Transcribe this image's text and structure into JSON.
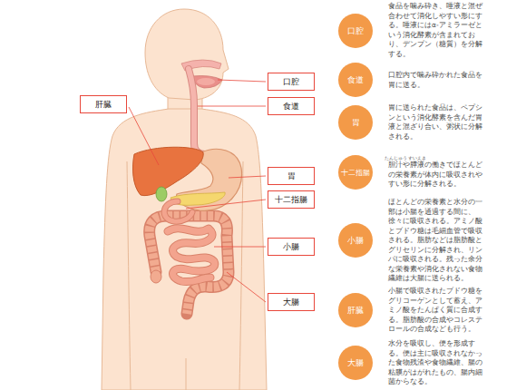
{
  "diagram": {
    "nodes": [
      {
        "text": [
          "口腔"
        ]
      },
      {
        "text": [
          "食道"
        ]
      },
      {
        "text": [
          "肝臓"
        ]
      },
      {
        "text": [
          "胃"
        ]
      },
      {
        "text": [
          "十二指腸"
        ]
      },
      {
        "text": [
          "小腸"
        ]
      },
      {
        "text": [
          "大腸"
        ]
      },
      {
        "text": [
          "口腔",
          "食品を噛み砕き、唾液と混ぜ合わせて消化しやすい形にする。唾液にはα-アミラーゼという消化酵素が含まれており、デンプン（糖質）を分解する。"
        ]
      },
      {
        "text": [
          "食道",
          "口腔内で噛み砕かれた食品を胃に送る。"
        ]
      },
      {
        "text": [
          "胃",
          "胃に送られた食品は、ペプシンという消化酵素を含んだ胃液と混ざり合い、粥状に分解される。"
        ]
      },
      {
        "text": [
          "十二指腸",
          "胆汁や膵液の働きでほとんどの栄養素が体内に吸収されやすい形に分解される。"
        ]
      },
      {
        "text": [
          "小腸",
          "ほとんどの栄養素と水分の一部は小腸を通過する間に、徐々に吸収される。アミノ酸とブドウ糖は毛細血管で吸収される。脂肪などは脂肪酸とグリセリンに分解され、リンパに吸収される。残った余分な栄養素や消化されない食物繊維は大腸に送られる。"
        ]
      },
      {
        "text": [
          "肝臓",
          "小腸で吸収されたブドウ糖をグリコーゲンとして蓄え、アミノ酸をたんぱく質に合成する。脂肪酸の合成やコレステロールの合成なども行う。"
        ]
      },
      {
        "text": [
          "大腸",
          "水分を吸収し、便を形成する。便は主に吸収されなかった食物残渣や食物繊維、腸の粘膜がはがれたもの、腸内細菌からなる。"
        ]
      }
    ],
    "labels": [
      "たんじゅう",
      "すいえき"
    ]
  }
}
